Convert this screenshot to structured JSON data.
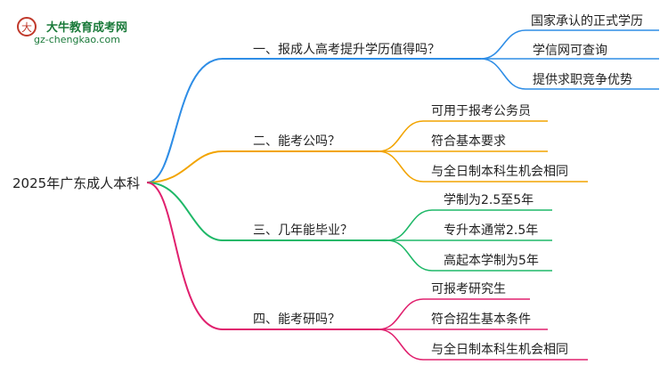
{
  "logo": {
    "title": "大牛教育成考网",
    "url": "gz-chengkao.com"
  },
  "root": "2025年广东成人本科",
  "branches": [
    {
      "label": "一、报成人高考提升学历值得吗？",
      "color": "#2e8de6",
      "children": [
        "国家承认的正式学历",
        "学信网可查询",
        "提供求职竞争优势"
      ]
    },
    {
      "label": "二、能考公吗？",
      "color": "#f2a400",
      "children": [
        "可用于报考公务员",
        "符合基本要求",
        "与全日制本科生机会相同"
      ]
    },
    {
      "label": "三、几年能毕业？",
      "color": "#1fb868",
      "children": [
        "学制为2.5至5年",
        "专升本通常2.5年",
        "高起本学制为5年"
      ]
    },
    {
      "label": "四、能考研吗？",
      "color": "#e0206e",
      "children": [
        "可报考研究生",
        "符合招生基本条件",
        "与全日制本科生机会相同"
      ]
    }
  ]
}
